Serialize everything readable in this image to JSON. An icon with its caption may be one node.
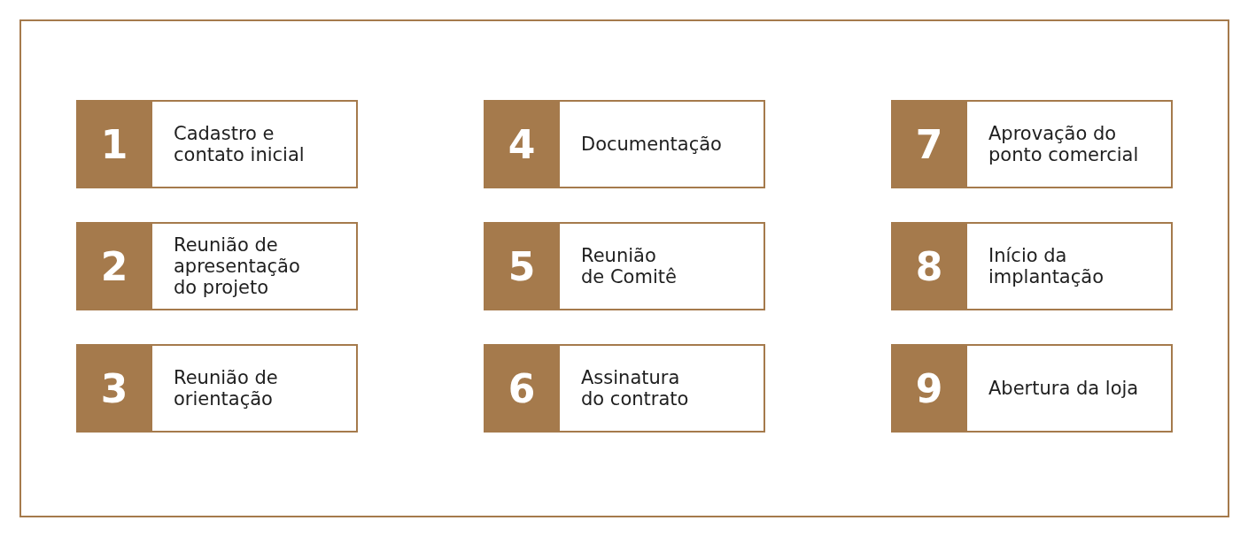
{
  "diagram": {
    "nodes": [
      {
        "text": [],
        "shape": "box"
      },
      {
        "text": [
          "1",
          "Cadastro e contato inicial"
        ],
        "in": 0
      },
      {
        "text": [
          "2",
          "Reunião de apresentação do projeto"
        ],
        "in": 0
      },
      {
        "text": [
          "3",
          "Reunião de orientação"
        ],
        "in": 0
      },
      {
        "text": [
          "4",
          "Documentação"
        ],
        "in": 0
      },
      {
        "text": [
          "5",
          "Reunião de Comitê"
        ],
        "in": 0
      },
      {
        "text": [
          "6",
          "Assinatura do contrato"
        ],
        "in": 0
      },
      {
        "text": [
          "7",
          "Aprovação do ponto comercial"
        ],
        "in": 0
      },
      {
        "text": [
          "8",
          "Início da implantação"
        ],
        "in": 0
      },
      {
        "text": [
          "9",
          "Abertura da loja"
        ],
        "in": 0
      }
    ],
    "edges": []
  }
}
